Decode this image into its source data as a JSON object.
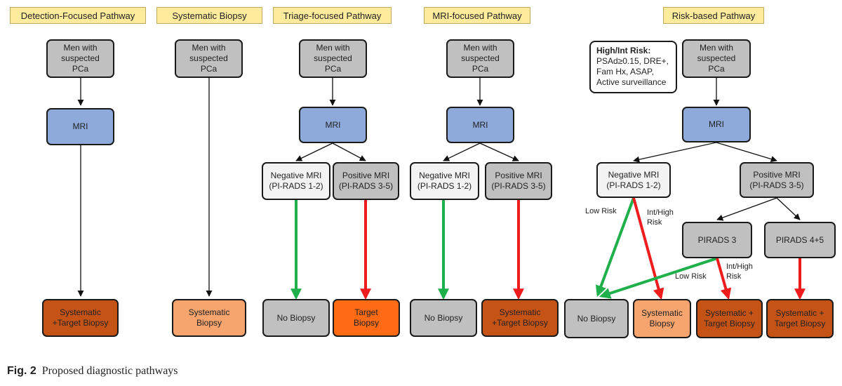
{
  "headers": {
    "detection": "Detection-Focused Pathway",
    "systematic": "Systematic Biopsy",
    "triage": "Triage-focused Pathway",
    "mri": "MRI-focused Pathway",
    "risk": "Risk-based Pathway"
  },
  "nodes": {
    "men": "Men with\nsuspected\nPCa",
    "mri": "MRI",
    "neg_mri": "Negative MRI\n(PI-RADS 1-2)",
    "pos_mri": "Positive MRI\n(PI-RADS 3-5)",
    "pirads3": "PIRADS 3",
    "pirads45": "PIRADS 4+5",
    "sys_target": "Systematic\n+Target Biopsy",
    "sys_plus_target": "Systematic +\nTarget Biopsy",
    "sys_biopsy": "Systematic\nBiopsy",
    "no_biopsy": "No Biopsy",
    "target_biopsy": "Target\nBiopsy"
  },
  "risk_box": {
    "title": "High/Int Risk:",
    "body": "PSAd≥0.15, DRE+,\nFam Hx, ASAP,\nActive surveillance"
  },
  "edge_labels": {
    "low_risk": "Low Risk",
    "int_high_risk": "Int/High\nRisk"
  },
  "caption": {
    "fig": "Fig. 2",
    "text": "Proposed diagnostic pathways"
  },
  "colors": {
    "header_fill": "#ffeb9c",
    "gray": "#c0c0c0",
    "blue": "#8eaadb",
    "dark_orange": "#c65316",
    "orange": "#ff6a14",
    "light_orange": "#f7a46e",
    "green_arrow": "#1fb04b",
    "red_arrow": "#ee1c1c"
  }
}
